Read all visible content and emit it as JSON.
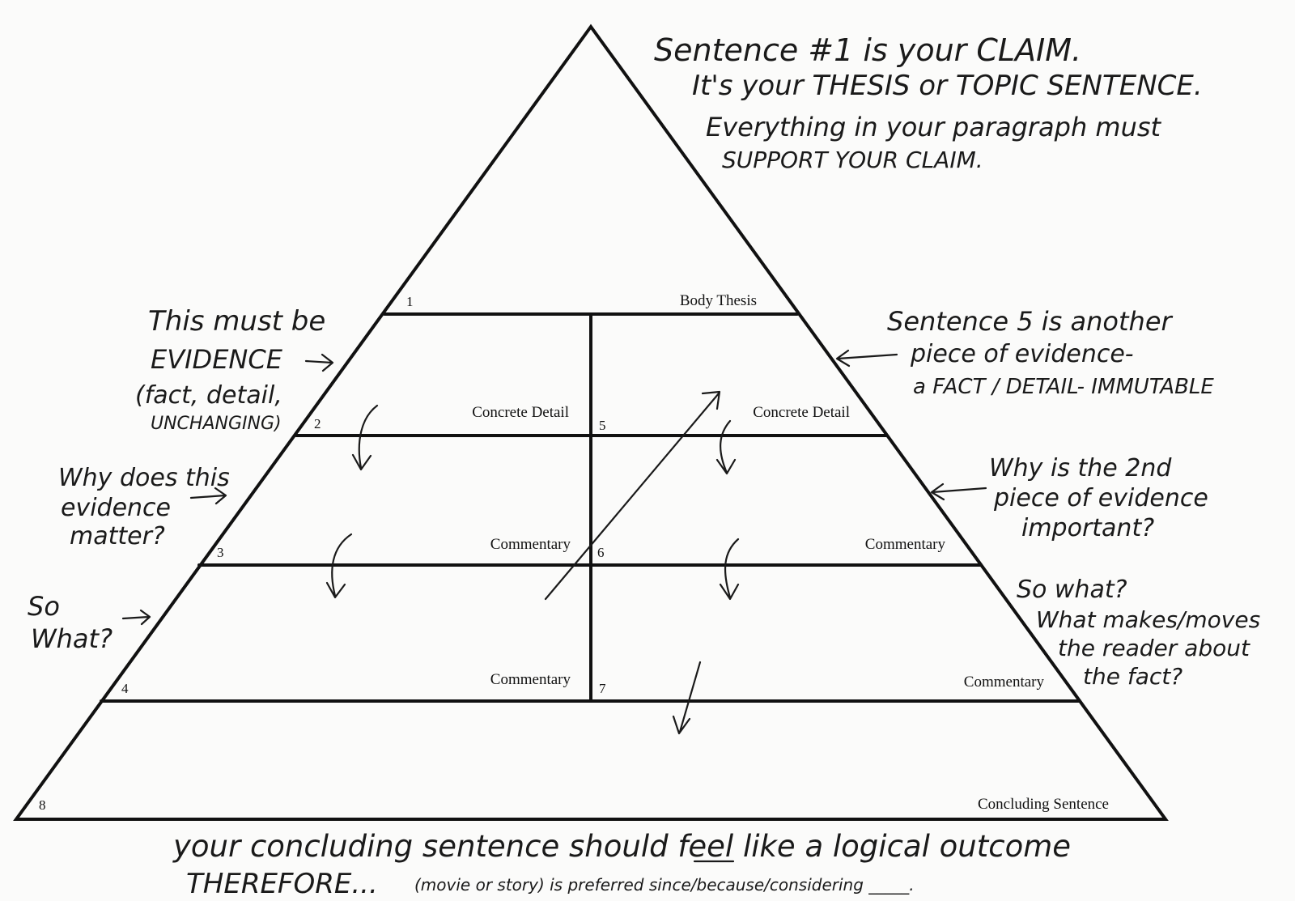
{
  "pyramid": {
    "rows": [
      {
        "id": "1",
        "label": "Body Thesis"
      },
      {
        "id": "2",
        "label": "Concrete Detail"
      },
      {
        "id": "5",
        "label": "Concrete Detail"
      },
      {
        "id": "3",
        "label": "Commentary"
      },
      {
        "id": "6",
        "label": "Commentary"
      },
      {
        "id": "4",
        "label": "Commentary"
      },
      {
        "id": "7",
        "label": "Commentary"
      },
      {
        "id": "8",
        "label": "Concluding Sentence"
      }
    ]
  },
  "notes": {
    "claim": [
      "Sentence #1 is your CLAIM.",
      "It's your THESIS or TOPIC SENTENCE.",
      "Everything in your paragraph must",
      "SUPPORT YOUR CLAIM."
    ],
    "evidence": [
      "This must be",
      "EVIDENCE",
      "(fact, detail,",
      "UNCHANGING)"
    ],
    "why_matter": [
      "Why does this",
      "evidence",
      "matter?"
    ],
    "so_what_left": [
      "So",
      "What?"
    ],
    "sentence5": [
      "Sentence 5 is another",
      "piece of evidence-",
      "a FACT / DETAIL- IMMUTABLE"
    ],
    "why_2nd": [
      "Why is the 2nd",
      "piece of evidence",
      "important?"
    ],
    "so_what_right": [
      "So what?",
      "What makes/moves",
      "the reader about",
      "the fact?"
    ],
    "concluding": [
      "your concluding sentence should feel like a logical outcome"
    ],
    "therefore": "THEREFORE...",
    "therefore_small": "(movie or story) is preferred since/because/considering _____."
  }
}
